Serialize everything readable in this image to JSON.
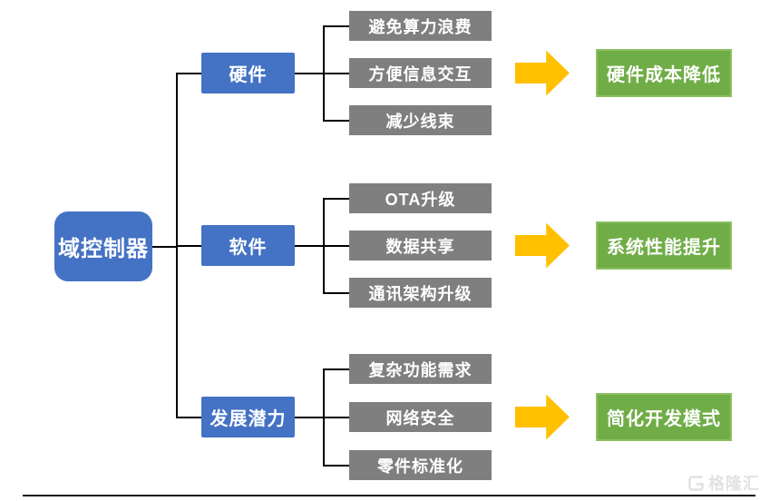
{
  "diagram": {
    "root": {
      "label": "域控制器"
    },
    "branches": [
      {
        "label": "硬件",
        "items": [
          "避免算力浪费",
          "方便信息交互",
          "减少线束"
        ],
        "outcome": "硬件成本降低"
      },
      {
        "label": "软件",
        "items": [
          "OTA升级",
          "数据共享",
          "通讯架构升级"
        ],
        "outcome": "系统性能提升"
      },
      {
        "label": "发展潜力",
        "items": [
          "复杂功能需求",
          "网络安全",
          "零件标准化"
        ],
        "outcome": "简化开发模式"
      }
    ]
  },
  "watermark": {
    "text": "格隆汇"
  },
  "colors": {
    "node_blue": "#4472C4",
    "item_gray": "#7F7F7F",
    "outcome_green": "#70AD47",
    "arrow_orange": "#FFC000",
    "connector": "#000000"
  }
}
